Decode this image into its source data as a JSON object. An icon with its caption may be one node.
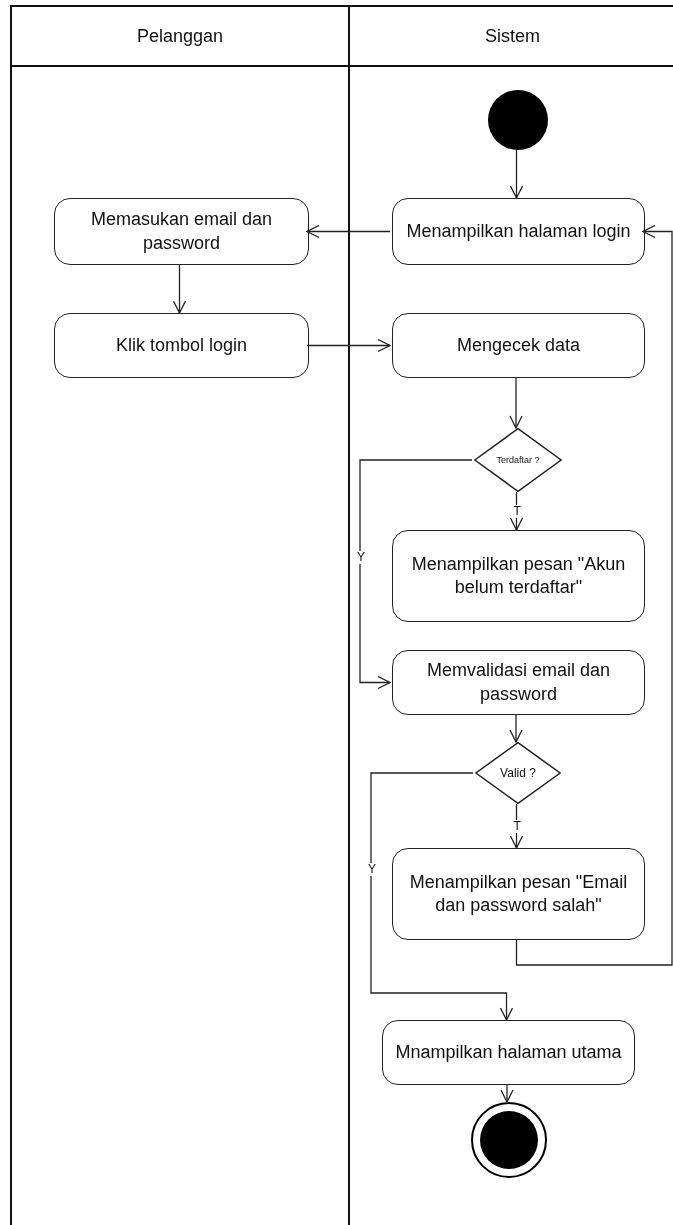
{
  "diagram": {
    "nodes": [
      {
        "text": [
          "Pelanggan"
        ]
      },
      {
        "text": [
          "Sistem"
        ]
      },
      {
        "text": [],
        "shape": "circle",
        "in": 1
      },
      {
        "text": [
          "Menampilkan halaman login"
        ],
        "in": 1
      },
      {
        "text": [
          "Memasukan email dan password"
        ],
        "in": 0
      },
      {
        "text": [
          "Klik tombol login"
        ],
        "in": 0
      },
      {
        "text": [
          "Mengecek data"
        ],
        "in": 1
      },
      {
        "text": [
          "Terdaftar ?"
        ],
        "in": 1
      },
      {
        "text": [
          "Menampilkan pesan \"Akun belum terdaftar\""
        ],
        "in": 1
      },
      {
        "text": [
          "Memvalidasi email dan password"
        ],
        "in": 1
      },
      {
        "text": [
          "Valid ?"
        ],
        "in": 1
      },
      {
        "text": [
          "Menampilkan pesan \"Email dan password salah\""
        ],
        "in": 1
      },
      {
        "text": [
          "Mnampilkan halaman utama"
        ],
        "in": 1
      },
      {
        "text": [],
        "shape": "circle",
        "in": 1
      }
    ],
    "edges": [
      {
        "from": 2,
        "to": 3,
        "arrow": "to"
      },
      {
        "from": 3,
        "to": 4,
        "arrow": "to"
      },
      {
        "from": 4,
        "to": 5,
        "arrow": "to"
      },
      {
        "from": 5,
        "to": 6,
        "arrow": "to"
      },
      {
        "from": 6,
        "to": 7,
        "arrow": "to"
      },
      {
        "from": 7,
        "to": 8,
        "arrow": "to",
        "label": "T"
      },
      {
        "from": 7,
        "to": 9,
        "arrow": "to",
        "label": "Y"
      },
      {
        "from": 9,
        "to": 10,
        "arrow": "to"
      },
      {
        "from": 10,
        "to": 11,
        "arrow": "to",
        "label": "T"
      },
      {
        "from": 10,
        "to": 12,
        "arrow": "to",
        "label": "Y"
      },
      {
        "from": 11,
        "to": 3,
        "arrow": "to"
      },
      {
        "from": 12,
        "to": 13,
        "arrow": "to"
      }
    ]
  }
}
